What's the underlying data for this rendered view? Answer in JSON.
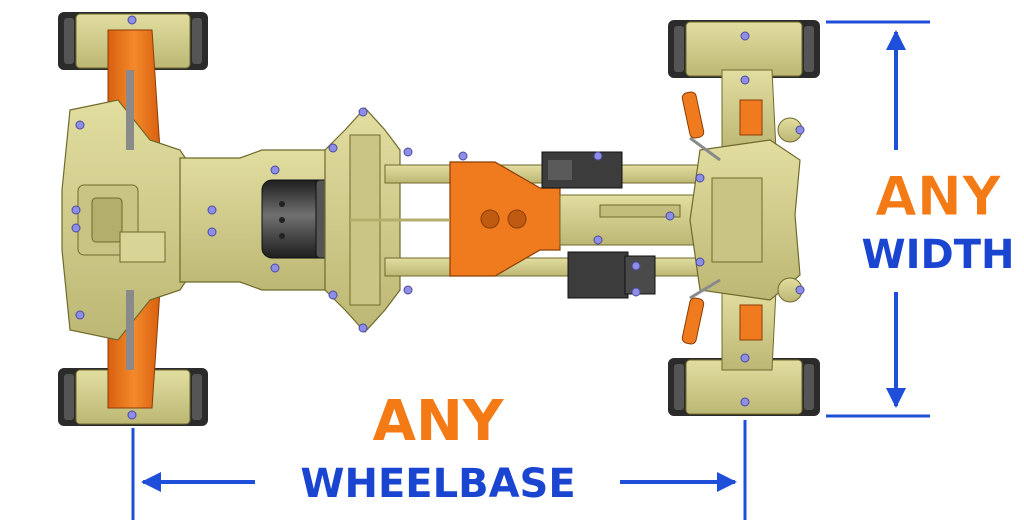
{
  "labels": {
    "width_top": "ANY",
    "width_bottom": "WIDTH",
    "wheelbase_top": "ANY",
    "wheelbase_bottom": "WHEELBASE"
  },
  "colors": {
    "background": "#ffffff",
    "chassis": "#d4d08c",
    "chassis_stroke": "#6f6a2c",
    "orange": "#f07a1e",
    "tire": "#2b2b2b",
    "motor": "#3a3a3a",
    "screw": "#8e8ee6",
    "arrow": "#1f4ed8",
    "label_orange": "#f47a16",
    "label_blue": "#1a45d0"
  }
}
